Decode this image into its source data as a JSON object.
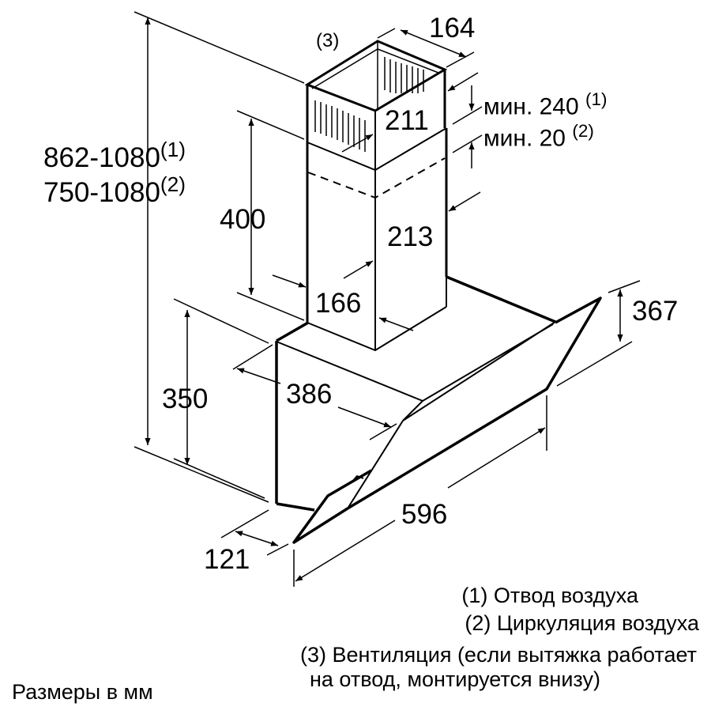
{
  "dimensions": {
    "total_height_1": "862-1080",
    "total_height_1_note": "(1)",
    "total_height_2": "750-1080",
    "total_height_2_note": "(2)",
    "chimney_width_top": "164",
    "vent_note": "(3)",
    "min_240": "мин. 240",
    "min_240_note": "(1)",
    "min_20": "мин. 20",
    "min_20_note": "(2)",
    "upper_depth": "211",
    "lower_height": "400",
    "chimney_width": "213",
    "chimney_depth": "166",
    "glass_height": "367",
    "body_height": "350",
    "body_depth": "386",
    "width": "596",
    "bottom_depth": "121"
  },
  "legend": [
    "(1) Отвод воздуха",
    "(2) Циркуляция воздуха",
    "(3) Вентиляция (если вытяжка работает",
    "на отвод, монтируется внизу)"
  ],
  "units_note": "Размеры в мм",
  "colors": {
    "line": "#000000",
    "background": "#ffffff"
  }
}
